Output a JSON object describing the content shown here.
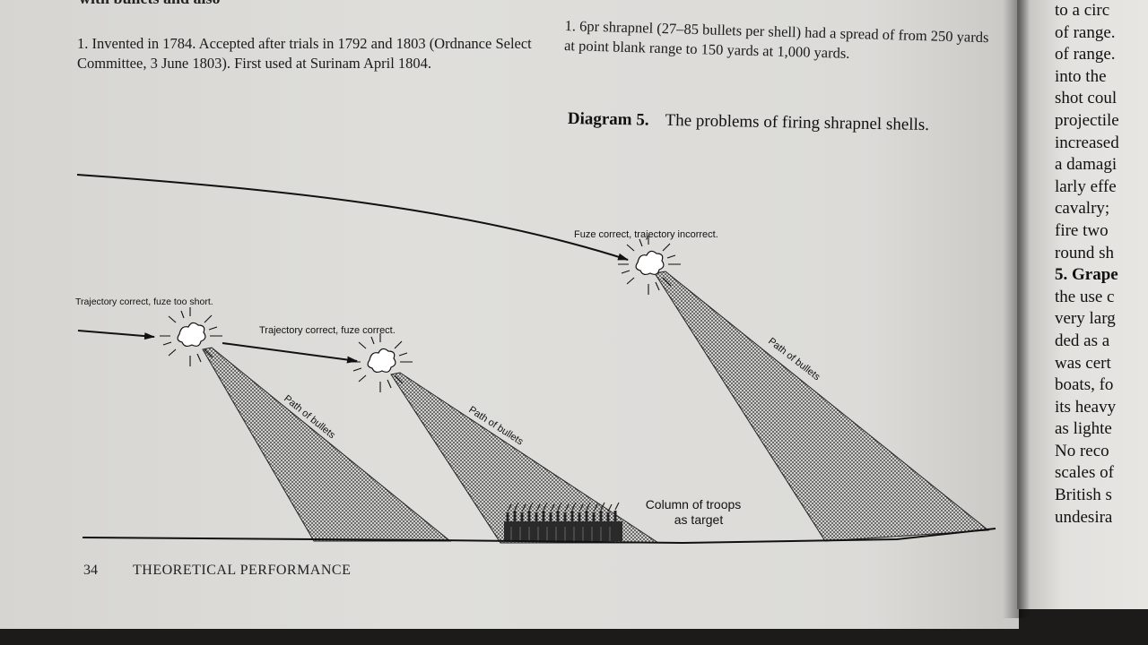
{
  "top_cut_text": "with bullets and also",
  "notes": {
    "left": "1. Invented in 1784. Accepted after trials in 1792 and 1803 (Ordnance Select Committee, 3 June 1803). First used at Surinam April 1804.",
    "right": "1. 6pr shrapnel (27–85 bullets per shell) had a spread of from 250 yards at point blank range to 150 yards at 1,000 yards."
  },
  "diagram": {
    "number": "Diagram 5.",
    "title": "The problems of firing shrapnel shells.",
    "labels": {
      "fuze_too_short": "Trajectory correct, fuze too short.",
      "fuze_correct": "Trajectory correct, fuze correct.",
      "trajectory_incorrect": "Fuze correct, trajectory incorrect.",
      "path_of_bullets": "Path of bullets",
      "target_line1": "Column of troops",
      "target_line2": "as target"
    }
  },
  "footer": {
    "page_number": "34",
    "running_head": "THEORETICAL PERFORMANCE"
  },
  "right_page_lines": [
    "to a circ",
    "of range.",
    "of range.",
    "into the",
    "shot coul",
    "projectile",
    "increased",
    "a damagi",
    "larly effe",
    "cavalry;",
    "fire two",
    "round sh",
    "5. Grape",
    "the use c",
    "very larg",
    "ded as a",
    "was cert",
    "boats, fo",
    "its heavy",
    "as lighte",
    "No reco",
    "scales of",
    "British s",
    "undesira"
  ]
}
